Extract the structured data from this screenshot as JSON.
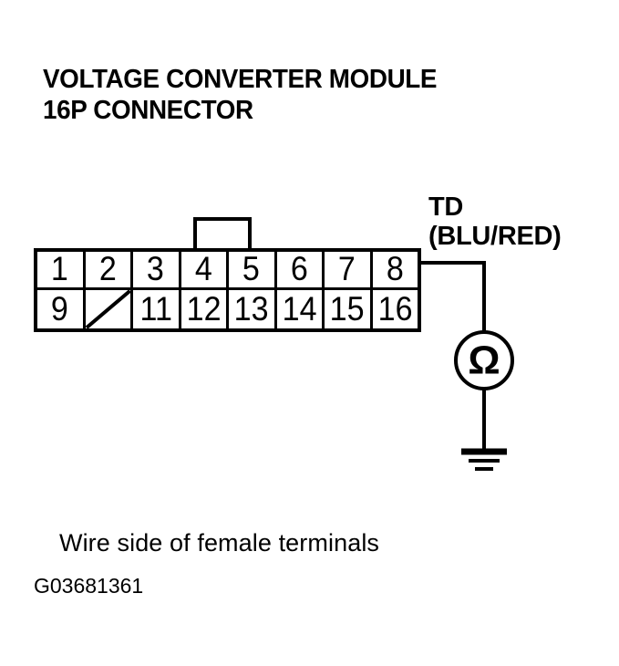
{
  "title": {
    "line1": "VOLTAGE CONVERTER MODULE",
    "line2": "16P CONNECTOR"
  },
  "connector": {
    "name": "VOLTAGE CONVERTER MODULE 16P CONNECTOR",
    "pin_count": "16",
    "top_row": [
      {
        "number": "1",
        "empty": false
      },
      {
        "number": "2",
        "empty": false
      },
      {
        "number": "3",
        "empty": false
      },
      {
        "number": "4",
        "empty": false
      },
      {
        "number": "5",
        "empty": false
      },
      {
        "number": "6",
        "empty": false
      },
      {
        "number": "7",
        "empty": false
      },
      {
        "number": "8",
        "empty": false
      }
    ],
    "bottom_row": [
      {
        "number": "9",
        "empty": false
      },
      {
        "number": "",
        "empty": true
      },
      {
        "number": "11",
        "empty": false
      },
      {
        "number": "12",
        "empty": false
      },
      {
        "number": "13",
        "empty": false
      },
      {
        "number": "14",
        "empty": false
      },
      {
        "number": "15",
        "empty": false
      },
      {
        "number": "16",
        "empty": false
      }
    ]
  },
  "lead": {
    "signal": "TD",
    "wire_color": "(BLU/RED)",
    "from_pin": "8"
  },
  "meter": {
    "type": "ohmmeter",
    "symbol": "Ω"
  },
  "ground": {
    "symbol": "earth-ground"
  },
  "captions": {
    "view": "Wire side of female terminals",
    "figure_id": "G03681361"
  },
  "colors": {
    "line": "#000000",
    "background": "#ffffff"
  }
}
